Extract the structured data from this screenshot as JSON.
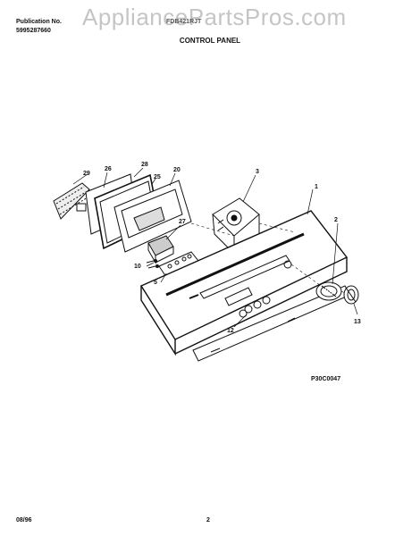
{
  "header": {
    "publication_label": "Publication No.",
    "publication_number": "5995287660",
    "model": "FDB421RJT",
    "title": "CONTROL PANEL",
    "watermark": "AppliancePartsPros.com"
  },
  "diagram": {
    "code": "P30C0047",
    "callouts": [
      "1",
      "2",
      "3",
      "5",
      "10",
      "12",
      "13",
      "20",
      "25",
      "26",
      "27",
      "28",
      "29"
    ]
  },
  "footer": {
    "date": "08/96",
    "page": "2"
  }
}
